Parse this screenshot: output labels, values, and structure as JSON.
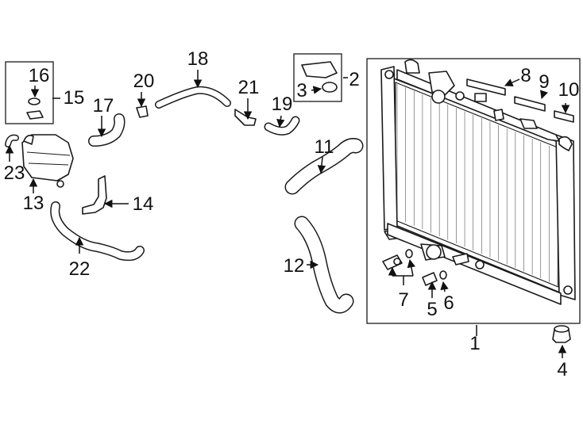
{
  "diagram": {
    "colors": {
      "line": "#1a1a1a",
      "background": "#ffffff"
    },
    "callouts": [
      {
        "id": "n1",
        "text": "1"
      },
      {
        "id": "n2",
        "text": "2"
      },
      {
        "id": "n3",
        "text": "3"
      },
      {
        "id": "n4",
        "text": "4"
      },
      {
        "id": "n5",
        "text": "5"
      },
      {
        "id": "n6",
        "text": "6"
      },
      {
        "id": "n7",
        "text": "7"
      },
      {
        "id": "n8",
        "text": "8"
      },
      {
        "id": "n9",
        "text": "9"
      },
      {
        "id": "n10",
        "text": "10"
      },
      {
        "id": "n11",
        "text": "11"
      },
      {
        "id": "n12",
        "text": "12"
      },
      {
        "id": "n13",
        "text": "13"
      },
      {
        "id": "n14",
        "text": "14"
      },
      {
        "id": "n15",
        "text": "15"
      },
      {
        "id": "n16",
        "text": "16"
      },
      {
        "id": "n17",
        "text": "17"
      },
      {
        "id": "n18",
        "text": "18"
      },
      {
        "id": "n19",
        "text": "19"
      },
      {
        "id": "n20",
        "text": "20"
      },
      {
        "id": "n21",
        "text": "21"
      },
      {
        "id": "n22",
        "text": "22"
      },
      {
        "id": "n23",
        "text": "23"
      }
    ]
  }
}
